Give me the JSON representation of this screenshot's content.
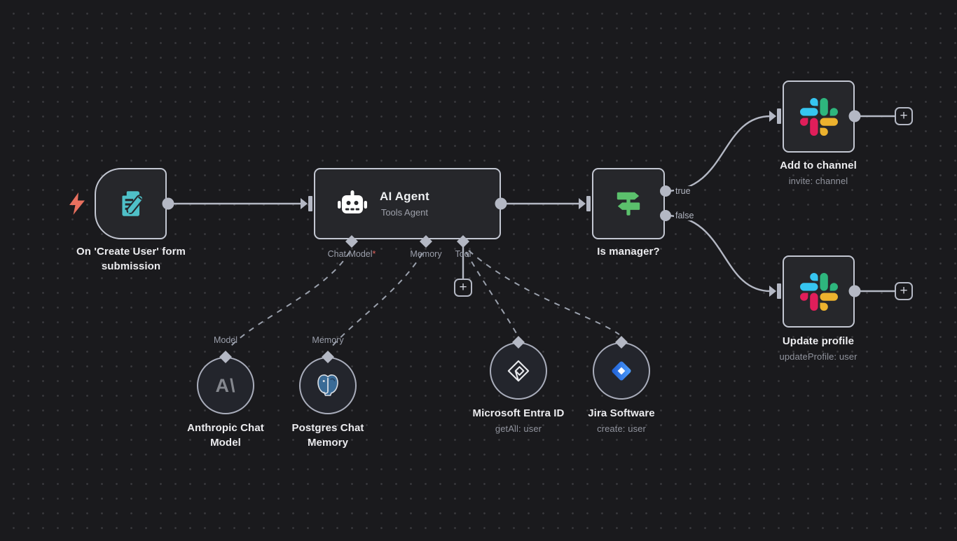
{
  "ui": {
    "plus": "+",
    "required_marker": "*"
  },
  "colors": {
    "canvas_bg": "#1a1a1d",
    "grid_dot": "#3b3b3f",
    "node_bg": "#26272b",
    "node_border": "#c3c7d2",
    "connector": "#b4b8c4",
    "dashed_edge": "#9aa0ac",
    "text_primary": "#ececef",
    "text_secondary": "#91949e",
    "trigger_bolt": "#e8705f",
    "form_icon_teal": "#4fc0c8",
    "if_icon_green": "#5bc06c",
    "required_red": "#e0615c",
    "slack_blue": "#36c5f0",
    "slack_green": "#2eb67d",
    "slack_yellow": "#ecb22e",
    "slack_red": "#e01e5a",
    "jira_blue": "#2684ff",
    "postgres_blue": "#3a6b96",
    "anthropic_gray": "#85888f"
  },
  "nodes": {
    "trigger": {
      "label": "On 'Create User' form submission",
      "icon": "form-pencil-icon"
    },
    "agent": {
      "title": "AI Agent",
      "subtitle": "Tools Agent",
      "icon": "robot-icon",
      "ports": {
        "chat_model": {
          "label": "Chat Model",
          "required": true
        },
        "memory": {
          "label": "Memory"
        },
        "tool": {
          "label": "Tool"
        }
      }
    },
    "if_node": {
      "label": "Is manager?",
      "icon": "signpost-icon",
      "outputs": {
        "true_label": "true",
        "false_label": "false"
      }
    },
    "slack_add": {
      "label": "Add to channel",
      "subtitle": "invite: channel",
      "icon": "slack-icon"
    },
    "slack_update": {
      "label": "Update profile",
      "subtitle": "updateProfile: user",
      "icon": "slack-icon"
    },
    "anthropic": {
      "label": "Anthropic Chat Model",
      "port_label": "Model",
      "icon": "anthropic-icon",
      "glyph": "A\\"
    },
    "postgres": {
      "label": "Postgres Chat Memory",
      "port_label": "Memory",
      "icon": "postgres-elephant-icon"
    },
    "entra": {
      "label": "Microsoft Entra ID",
      "subtitle": "getAll: user",
      "icon": "entra-diamond-icon"
    },
    "jira": {
      "label": "Jira Software",
      "subtitle": "create: user",
      "icon": "jira-icon"
    }
  }
}
